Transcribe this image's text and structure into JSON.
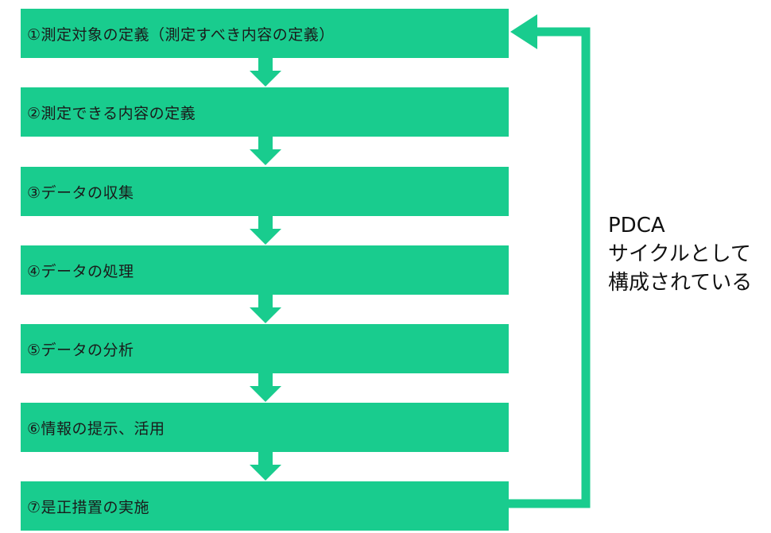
{
  "colors": {
    "box_fill": "#19cc8e",
    "arrow_fill": "#19cc8e",
    "text": "#1a1a1a",
    "background": "#ffffff"
  },
  "steps": [
    {
      "label": "①測定対象の定義（測定すべき内容の定義）"
    },
    {
      "label": "②測定できる内容の定義"
    },
    {
      "label": "③データの収集"
    },
    {
      "label": "④データの処理"
    },
    {
      "label": "⑤データの分析"
    },
    {
      "label": "⑥情報の提示、活用"
    },
    {
      "label": "⑦是正措置の実施"
    }
  ],
  "cycle_note": {
    "line1": "PDCA",
    "line2": "サイクルとして",
    "line3": "構成されている"
  }
}
